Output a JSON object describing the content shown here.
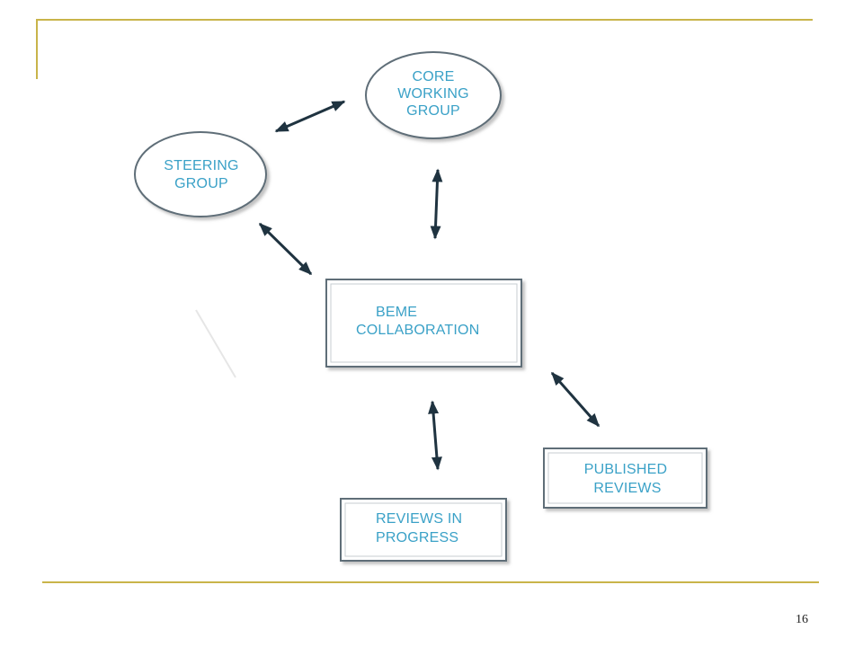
{
  "slide": {
    "page_number": "16"
  },
  "diagram": {
    "nodes": {
      "core_working_group": [
        "CORE",
        "WORKING",
        "GROUP"
      ],
      "steering_group": [
        "STEERING",
        "GROUP"
      ],
      "beme_collaboration": [
        "BEME",
        "COLLABORATION"
      ],
      "published_reviews": [
        "PUBLISHED",
        "REVIEWS"
      ],
      "reviews_in_progress": [
        "REVIEWS IN",
        "PROGRESS"
      ]
    },
    "edges": [
      {
        "from": "steering_group",
        "to": "core_working_group",
        "type": "bidirectional"
      },
      {
        "from": "core_working_group",
        "to": "beme_collaboration",
        "type": "bidirectional"
      },
      {
        "from": "steering_group",
        "to": "beme_collaboration",
        "type": "bidirectional"
      },
      {
        "from": "beme_collaboration",
        "to": "reviews_in_progress",
        "type": "bidirectional"
      },
      {
        "from": "beme_collaboration",
        "to": "published_reviews",
        "type": "bidirectional"
      }
    ],
    "colors": {
      "text": "#3aa1c7",
      "arrow": "#1f3340",
      "frame": "#c9b44a"
    }
  }
}
